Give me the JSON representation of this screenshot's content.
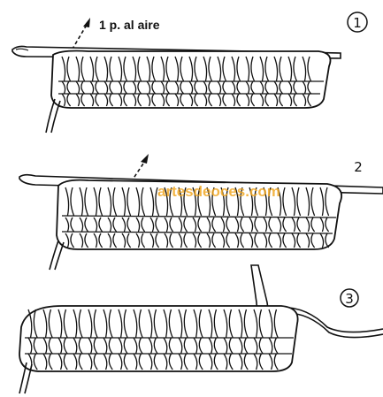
{
  "diagram": {
    "annotation": "1 p. al aire",
    "steps": [
      {
        "number": "1"
      },
      {
        "number": "2"
      },
      {
        "number": "3"
      }
    ],
    "watermark": "artesdeoces.com",
    "ink_color": "#1a1a1a",
    "watermark_color": "#f1a825",
    "background_color": "#ffffff"
  }
}
